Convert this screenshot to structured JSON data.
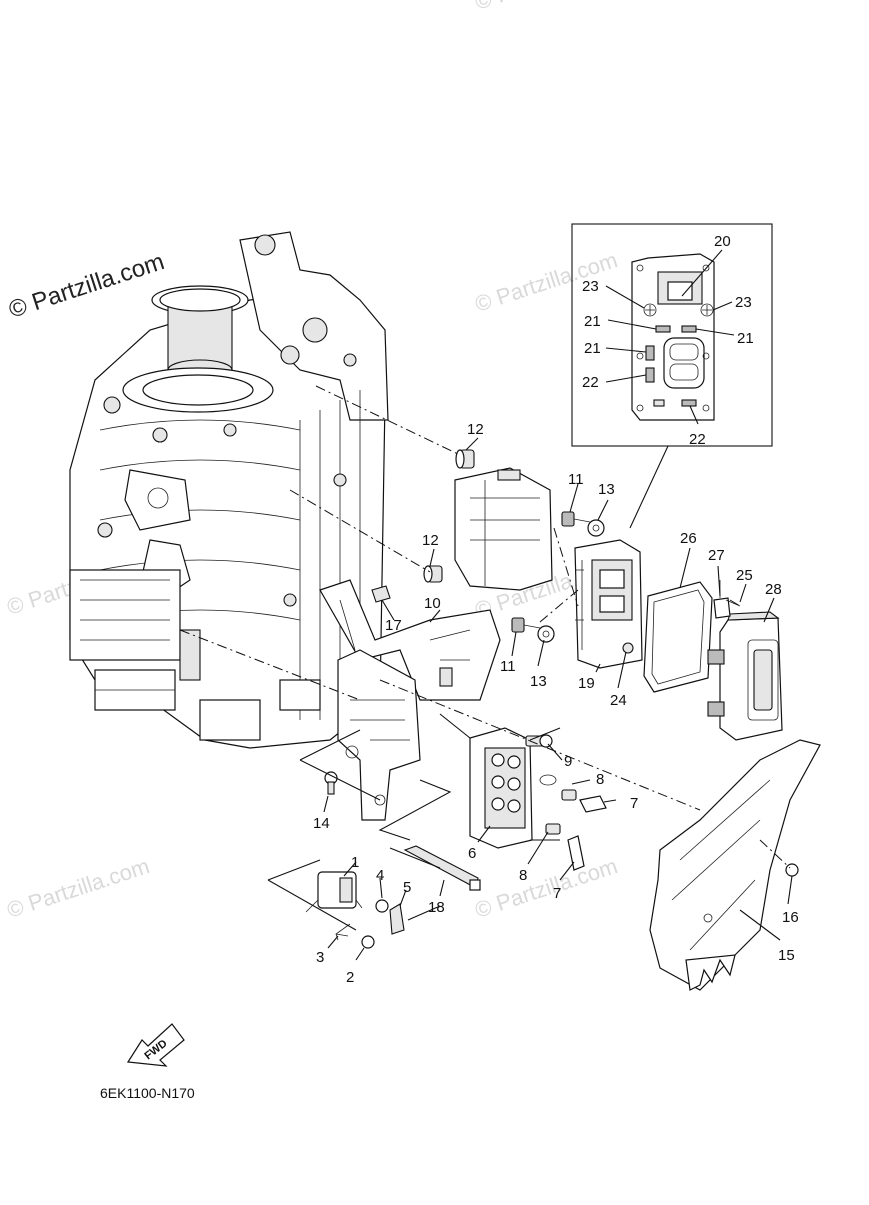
{
  "watermarks": {
    "main": "© Partzilla.com",
    "faint": "© Partzilla.com"
  },
  "diagram_code": "6EK1100-N170",
  "fwd_label": "FWD",
  "callouts": [
    "1",
    "2",
    "3",
    "4",
    "5",
    "6",
    "7",
    "7",
    "8",
    "8",
    "9",
    "10",
    "11",
    "11",
    "12",
    "12",
    "13",
    "13",
    "14",
    "15",
    "16",
    "17",
    "18",
    "19",
    "20",
    "21",
    "21",
    "21",
    "22",
    "22",
    "23",
    "23",
    "24",
    "25",
    "26",
    "27",
    "28"
  ]
}
